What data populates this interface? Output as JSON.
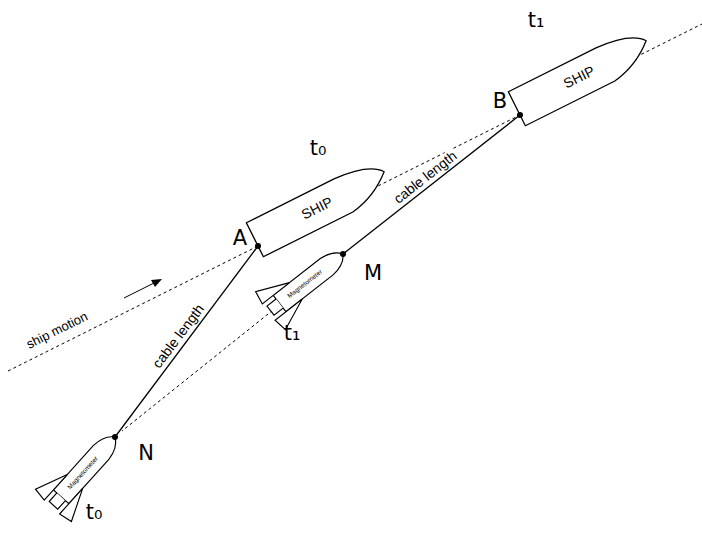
{
  "diagram": {
    "nodes": [
      {
        "text": [
          "SHIP"
        ]
      },
      {
        "text": [
          "SHIP"
        ]
      },
      {
        "text": [
          "Magnetometer"
        ]
      },
      {
        "text": [
          "Magnetometer"
        ]
      }
    ],
    "edges": [
      {
        "from": 0,
        "to": 2,
        "arrow": "none",
        "label": "cable length"
      },
      {
        "from": 1,
        "to": 3,
        "arrow": "none",
        "label": "cable length"
      }
    ],
    "labels": [
      "t₁",
      "B",
      "t₀",
      "A",
      "M",
      "t₁",
      "ship motion",
      "N",
      "t₀"
    ]
  }
}
